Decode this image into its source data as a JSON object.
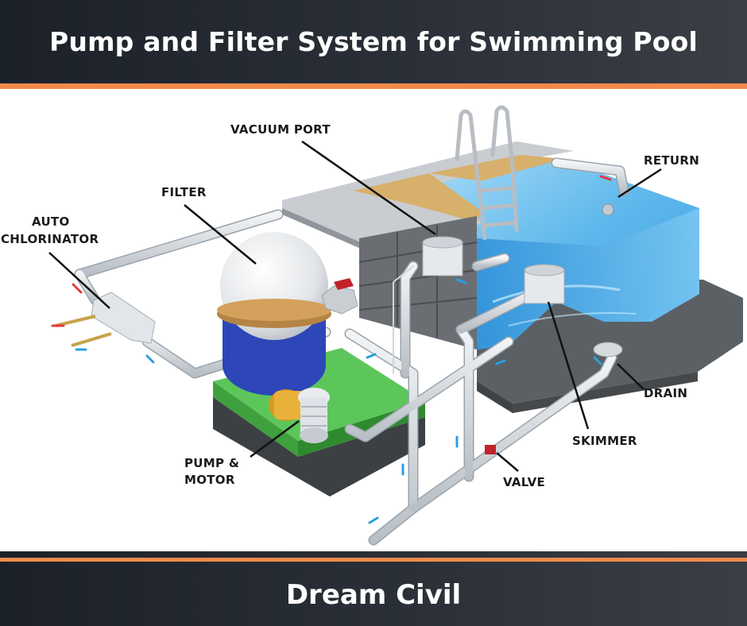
{
  "header": {
    "title": "Pump and Filter System for Swimming Pool"
  },
  "diagram": {
    "labels": {
      "vacuum_port": "VACUUM PORT",
      "return": "RETURN",
      "filter": "FILTER",
      "auto_chlorinator_1": "AUTO",
      "auto_chlorinator_2": "CHLORINATOR",
      "drain": "DRAIN",
      "skimmer": "SKIMMER",
      "pump_motor_1": "PUMP &",
      "pump_motor_2": "MOTOR",
      "valve": "VALVE"
    },
    "colors": {
      "pipe": "#d8dde2",
      "water": "#5fb8ec",
      "platform": "#5cc65a",
      "slab": "#555a5e",
      "accent": "#f08a4b"
    }
  },
  "footer": {
    "brand": "Dream Civil"
  }
}
